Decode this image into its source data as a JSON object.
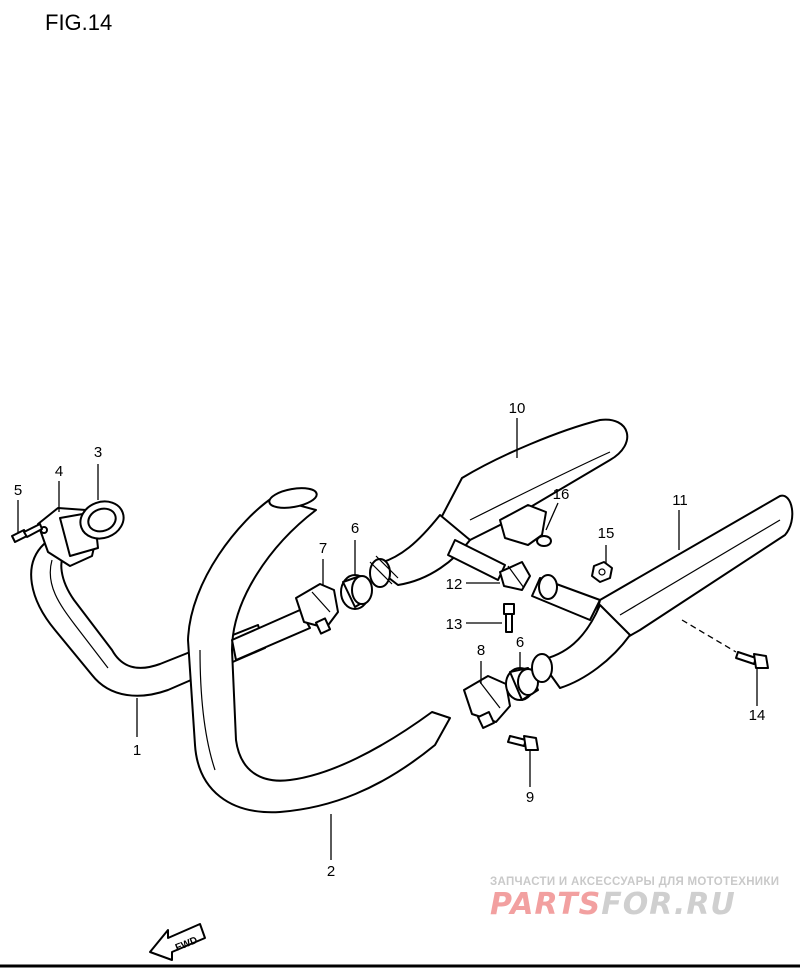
{
  "figure": {
    "title": "FIG.14"
  },
  "callouts": [
    {
      "number": "1"
    },
    {
      "number": "2"
    },
    {
      "number": "3"
    },
    {
      "number": "4"
    },
    {
      "number": "5"
    },
    {
      "number": "6"
    },
    {
      "number": "6"
    },
    {
      "number": "7"
    },
    {
      "number": "8"
    },
    {
      "number": "9"
    },
    {
      "number": "10"
    },
    {
      "number": "11"
    },
    {
      "number": "12"
    },
    {
      "number": "13"
    },
    {
      "number": "14"
    },
    {
      "number": "15"
    },
    {
      "number": "16"
    }
  ],
  "watermark": {
    "line1": "ЗАПЧАСТИ И АКСЕССУАРЫ ДЛЯ МОТОТЕХНИКИ",
    "brand_part1": "PARTS",
    "brand_part2": "FOR.RU",
    "colors": {
      "part1": "#f2a0a0",
      "part2": "#cfcfcf"
    }
  },
  "direction_badge": {
    "label": "FWD",
    "icon": "forward-arrow-icon"
  }
}
